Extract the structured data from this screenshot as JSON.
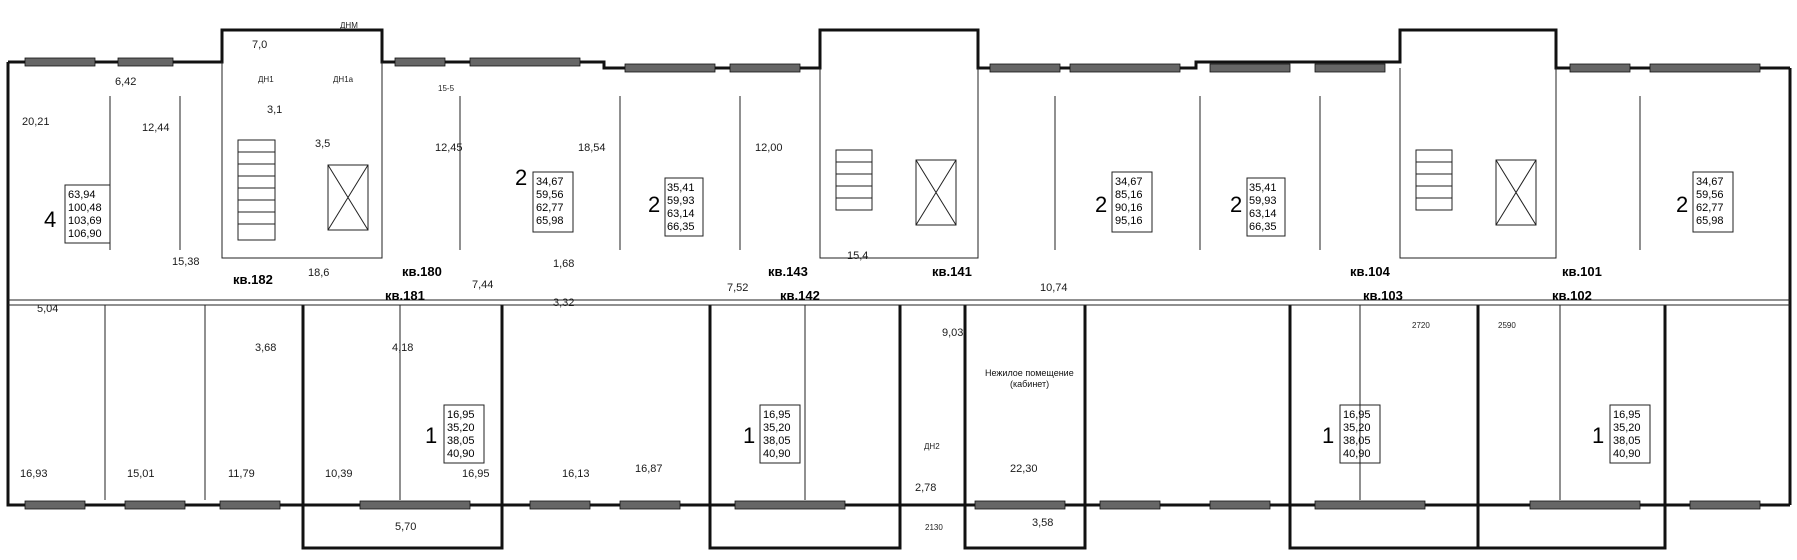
{
  "apartments": [
    {
      "label": "кв.182",
      "rooms": "4",
      "areas": [
        "63,94",
        "100,48",
        "103,69",
        "106,90"
      ]
    },
    {
      "label": "кв.181",
      "rooms": "1",
      "areas": [
        "16,95",
        "35,20",
        "38,05",
        "40,90"
      ]
    },
    {
      "label": "кв.180",
      "rooms": "2",
      "areas": [
        "34,67",
        "59,56",
        "62,77",
        "65,98"
      ]
    },
    {
      "label": "кв.143",
      "rooms": "2",
      "areas": [
        "35,41",
        "59,93",
        "63,14",
        "66,35"
      ]
    },
    {
      "label": "кв.142",
      "rooms": "1",
      "areas": [
        "16,95",
        "35,20",
        "38,05",
        "40,90"
      ]
    },
    {
      "label": "кв.141",
      "rooms": "2",
      "areas": [
        "34,67",
        "85,16",
        "90,16",
        "95,16"
      ]
    },
    {
      "label": "кв.104",
      "rooms": "2",
      "areas": [
        "35,41",
        "59,93",
        "63,14",
        "66,35"
      ]
    },
    {
      "label": "кв.103",
      "rooms": "1",
      "areas": [
        "16,95",
        "35,20",
        "38,05",
        "40,90"
      ]
    },
    {
      "label": "кв.102",
      "rooms": "1",
      "areas": [
        "16,95",
        "35,20",
        "38,05",
        "40,90"
      ]
    },
    {
      "label": "кв.101",
      "rooms": "2",
      "areas": [
        "34,67",
        "59,56",
        "62,77",
        "65,98"
      ]
    }
  ],
  "room_labels": [
    "6,42",
    "20,21",
    "12,44",
    "15,38",
    "5,04",
    "16,93",
    "15,01",
    "11,79",
    "18,6",
    "7,0",
    "ДН1",
    "ДН1а",
    "ДНМ",
    "3,1",
    "3,5",
    "15-5",
    "12,45",
    "18,54",
    "7,44",
    "3,68",
    "4,18",
    "10,39",
    "16,95",
    "5,70",
    "16,13",
    "1,68",
    "3,32",
    "12,00",
    "7,52",
    "16,87",
    "15,4",
    "9,03",
    "2,78",
    "ДН2",
    "2130",
    "22,30",
    "3,58",
    "10,74",
    "2720",
    "2590"
  ],
  "non_residential": {
    "line1": "Нежилое помещение",
    "line2": "(кабинет)"
  }
}
